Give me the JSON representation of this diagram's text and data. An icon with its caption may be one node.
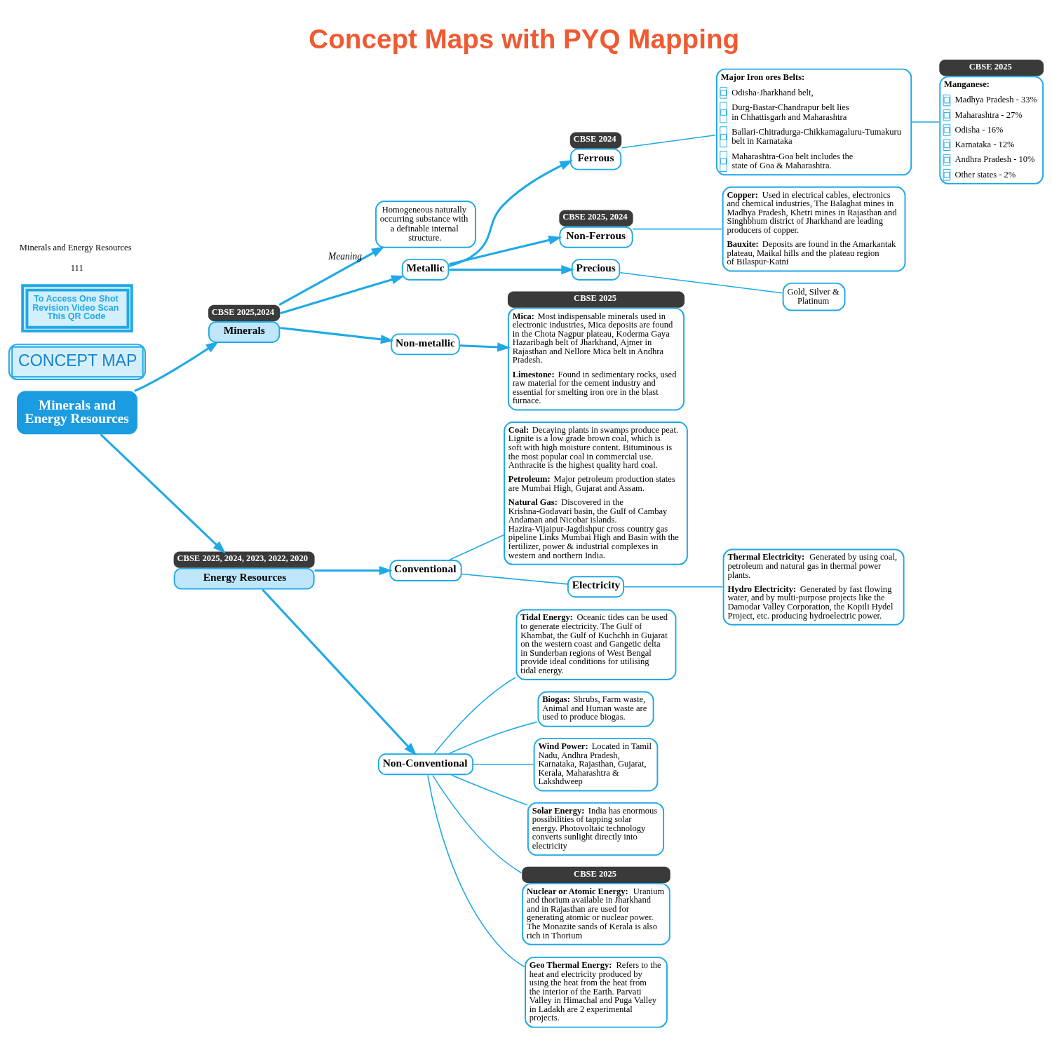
{
  "diagram": {
    "title": "Concept Maps with PYQ Mapping",
    "nodes": [
      {
        "text": [
          "Minerals and Energy Resources"
        ]
      },
      {
        "text": [
          "Minerals"
        ],
        "beside": [
          "CBSE 2025,2024"
        ]
      },
      {
        "text": [
          "Energy Resources"
        ],
        "beside": [
          "CBSE 2025, 2024, 2023, 2022, 2020"
        ]
      },
      {
        "text": [
          "Homogeneous naturally occurring substance with a definable internal structure."
        ]
      },
      {
        "text": [
          "Metallic"
        ]
      },
      {
        "text": [
          "Non-metallic"
        ]
      },
      {
        "text": [
          "Conventional"
        ]
      },
      {
        "text": [
          "Non-Conventional"
        ]
      },
      {
        "text": [
          "Ferrous"
        ],
        "beside": [
          "CBSE 2024"
        ]
      },
      {
        "text": [
          "Non-Ferrous"
        ],
        "beside": [
          "CBSE 2025, 2024"
        ]
      },
      {
        "text": [
          "Precious"
        ]
      },
      {
        "text": [
          "**Major Iron ores Belts:**",
          "Odisha-Jharkhand belt,",
          "Durg-Bastar-Chandrapur belt lies in Chhattisgarh and Maharashtra",
          "Ballari-Chitradurga-Chikkamagaluru-Tumakuru belt in Karnataka",
          "Maharashtra-Goa belt includes the state of Goa & Maharashtra."
        ]
      },
      {
        "text": [
          "**Copper:** Used in electrical cables, electronics and chemical industries, The Balaghat mines in Madhya Pradesh, Khetri mines in Rajasthan and Singhbhum district of Jharkhand are leading producers of copper.",
          "**Bauxite:** Deposits are found in the Amarkantak plateau, Maikal hills and the plateau region of Bilaspur-Katni"
        ]
      },
      {
        "text": [
          "Gold, Silver & Platinum"
        ]
      },
      {
        "text": [
          "**Mica:** Most indispensable minerals used in electronic industries, Mica deposits are found in the Chota Nagpur plateau, Koderma Gaya Hazaribagh belt of Jharkhand, Ajmer in Rajasthan and Nellore Mica belt in Andhra Pradesh.",
          "**Limestone:** Found in sedimentary rocks, used raw material for the cement industry and essential for smelting iron ore in the blast furnace."
        ],
        "beside": [
          "CBSE 2025"
        ]
      },
      {
        "text": [
          "**Coal:** Decaying plants in swamps produce peat. Lignite is a low grade brown coal, which is soft with high moisture content. Bituminous is the most popular coal in commercial use. Anthracite is the highest quality hard coal.",
          "**Petroleum:** Major petroleum production states are Mumbai High, Gujarat and Assam.",
          "**Natural Gas:** Discovered in the Krishna-Godavari basin, the Gulf of Cambay Andaman and Nicobar islands. Hazira-Vijaipur-Jagdishpur cross country gas pipeline Links Mumbai High and Basin with the fertilizer, power & industrial complexes in western and northern India."
        ]
      },
      {
        "text": [
          "Electricity"
        ]
      },
      {
        "text": [
          "**Thermal Electricity:** Generated by using coal, petroleum and natural gas in thermal power plants.",
          "**Hydro Electricity:** Generated by fast flowing water, and by multi-purpose projects like the Damodar Valley Corporation, the Kopili Hydel Project, etc. producing hydroelectric power."
        ]
      },
      {
        "text": [
          "**Manganese:**",
          "Madhya Pradesh - 33%",
          "Maharashtra - 27%",
          "Odisha - 16%",
          "Karnataka - 12%",
          "Andhra Pradesh - 10%",
          "Other states - 2%"
        ],
        "beside": [
          "CBSE 2025"
        ]
      },
      {
        "text": [
          "**Tidal Energy:** Oceanic tides can be used to generate electricity. The Gulf of Khambat, the Gulf of Kuchchh in Gujarat on the western coast and Gangetic delta in Sunderban regions of West Bengal provide ideal conditions for utilising tidal energy."
        ]
      },
      {
        "text": [
          "**Biogas:** Shrubs, Farm waste, Animal and Human waste are used to produce biogas."
        ]
      },
      {
        "text": [
          "**Wind Power:** Located in Tamil Nadu, Andhra Pradesh, Karnataka, Rajasthan, Gujarat, Kerala, Maharashtra & Lakshdweep"
        ]
      },
      {
        "text": [
          "**Solar Energy:** India has enormous possibilities of tapping solar energy. Photovoltaic technology converts sunlight directly into electricity"
        ]
      },
      {
        "text": [
          "**Nuclear or Atomic Energy:** Uranium and thorium available in Jharkhand and in Rajasthan are used for generating atomic or nuclear power. The Monazite sands of Kerala is also rich in Thorium"
        ],
        "beside": [
          "CBSE 2025"
        ]
      },
      {
        "text": [
          "**Geo Thermal Energy:** Refers to the heat and electricity produced by using the heat from the heat from the interior of the Earth. Parvati Valley in Himachal and Puga Valley in Ladakh are 2 experimental projects."
        ]
      }
    ],
    "edges": [
      {
        "from": 0,
        "to": 1,
        "arrow": "to"
      },
      {
        "from": 0,
        "to": 2,
        "arrow": "to"
      },
      {
        "from": 1,
        "to": 3,
        "arrow": "to",
        "label": "Meaning"
      },
      {
        "from": 1,
        "to": 4,
        "arrow": "to"
      },
      {
        "from": 1,
        "to": 5,
        "arrow": "to"
      },
      {
        "from": 2,
        "to": 6,
        "arrow": "to"
      },
      {
        "from": 2,
        "to": 7,
        "arrow": "to"
      },
      {
        "from": 4,
        "to": 8,
        "arrow": "to"
      },
      {
        "from": 4,
        "to": 9,
        "arrow": "to"
      },
      {
        "from": 4,
        "to": 10,
        "arrow": "to"
      },
      {
        "from": 5,
        "to": 14,
        "arrow": "to"
      },
      {
        "from": 8,
        "to": 11,
        "arrow": "none"
      },
      {
        "from": 11,
        "to": 18,
        "arrow": "none"
      },
      {
        "from": 9,
        "to": 12,
        "arrow": "none"
      },
      {
        "from": 10,
        "to": 13,
        "arrow": "none"
      },
      {
        "from": 6,
        "to": 15,
        "arrow": "none"
      },
      {
        "from": 6,
        "to": 16,
        "arrow": "none"
      },
      {
        "from": 16,
        "to": 17,
        "arrow": "none"
      },
      {
        "from": 7,
        "to": 24,
        "arrow": "none"
      },
      {
        "from": 7,
        "to": 23,
        "arrow": "none"
      },
      {
        "from": 7,
        "to": 22,
        "arrow": "none"
      },
      {
        "from": 7,
        "to": 21,
        "arrow": "none"
      },
      {
        "from": 7,
        "to": 20,
        "arrow": "none"
      },
      {
        "from": 7,
        "to": 19,
        "arrow": "none"
      }
    ],
    "labels": [
      "CONCEPT MAP",
      "To Access One Shot Revision Video Scan This QR Code",
      "111",
      "Minerals and Energy Resources"
    ]
  }
}
